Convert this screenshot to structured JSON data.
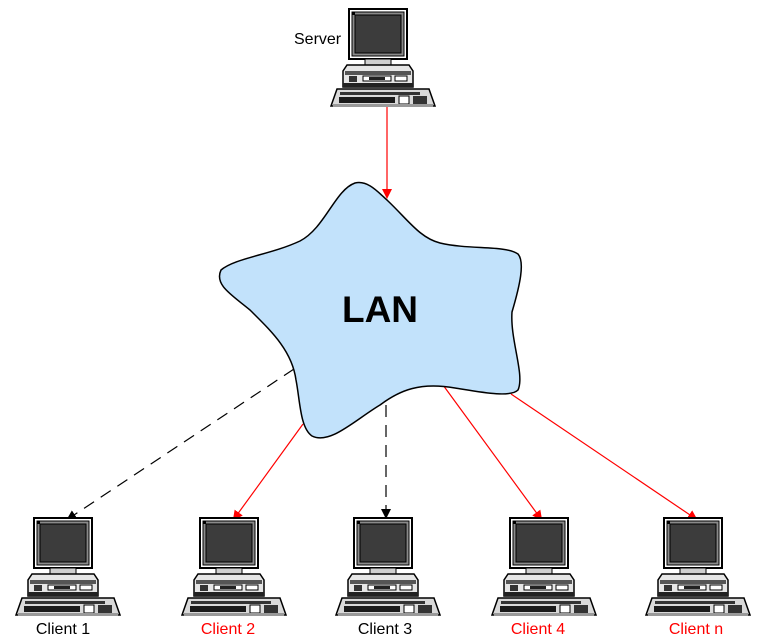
{
  "colors": {
    "cloud_fill": "#c2e2fb",
    "outline": "#000000",
    "link_red": "#ff0000",
    "link_black": "#000000",
    "label_black": "#000000",
    "label_red": "#ff0000"
  },
  "server": {
    "label": "Server",
    "icon": "computer-icon"
  },
  "network": {
    "label": "LAN",
    "shape": "star-cloud"
  },
  "clients": [
    {
      "label": "Client 1",
      "label_color": "black",
      "link_style": "dashed",
      "link_color": "black"
    },
    {
      "label": "Client 2",
      "label_color": "red",
      "link_style": "solid",
      "link_color": "red"
    },
    {
      "label": "Client 3",
      "label_color": "black",
      "link_style": "dashed",
      "link_color": "black"
    },
    {
      "label": "Client 4",
      "label_color": "red",
      "link_style": "solid",
      "link_color": "red"
    },
    {
      "label": "Client n",
      "label_color": "red",
      "link_style": "solid",
      "link_color": "red"
    }
  ],
  "server_link": {
    "link_style": "solid",
    "link_color": "red"
  }
}
